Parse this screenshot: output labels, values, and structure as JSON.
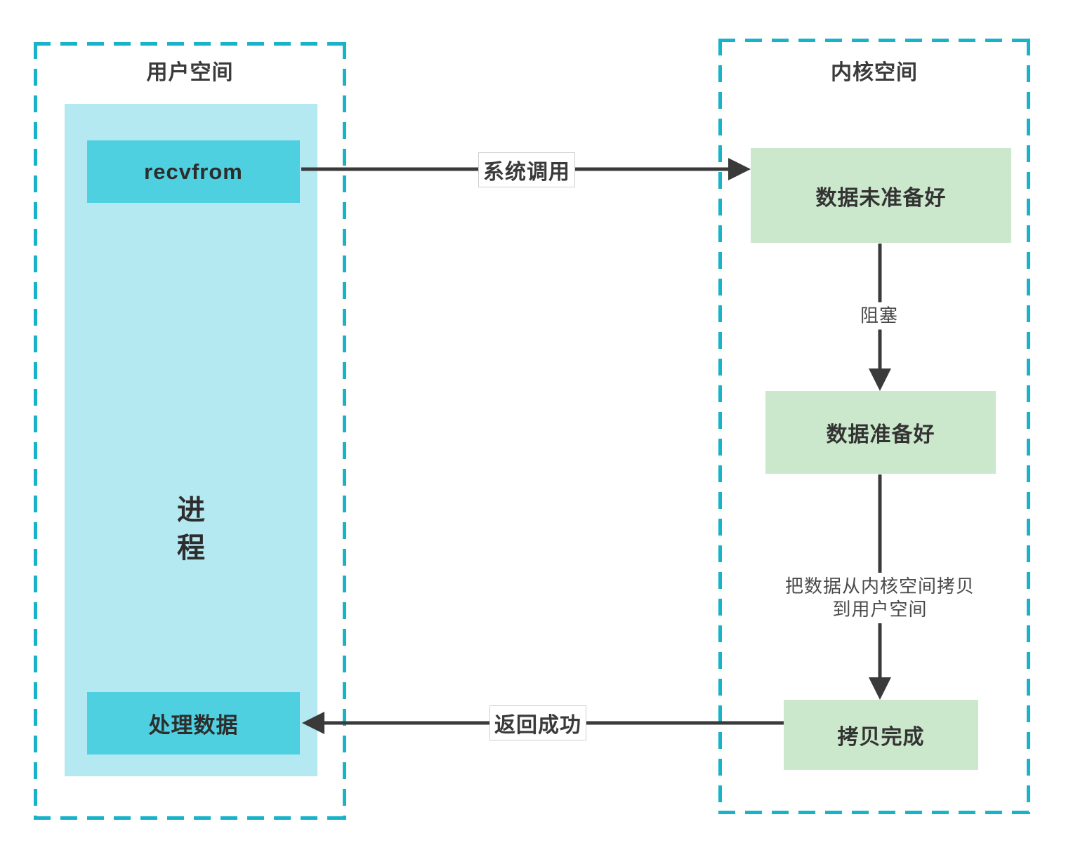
{
  "diagram": {
    "title_meaning": "blocking IO model flow diagram",
    "user_space": {
      "title": "用户空间",
      "process_label_line1": "进",
      "process_label_line2": "程",
      "recvfrom_label": "recvfrom",
      "process_data_label": "处理数据"
    },
    "kernel_space": {
      "title": "内核空间",
      "data_not_ready_label": "数据未准备好",
      "data_ready_label": "数据准备好",
      "copy_complete_label": "拷贝完成"
    },
    "edges": {
      "system_call_label": "系统调用",
      "block_label": "阻塞",
      "copy_label_line1": "把数据从内核空间拷贝",
      "copy_label_line2": "到用户空间",
      "return_success_label": "返回成功"
    },
    "colors": {
      "dashed_border": "#19b3c9",
      "process_bg": "#b5e9f2",
      "action_box_bg": "#4fd0e0",
      "kernel_box_bg": "#cce8cc",
      "arrow": "#3a3a3a",
      "text_primary": "#333333",
      "text_secondary": "#4a4a4a"
    }
  }
}
